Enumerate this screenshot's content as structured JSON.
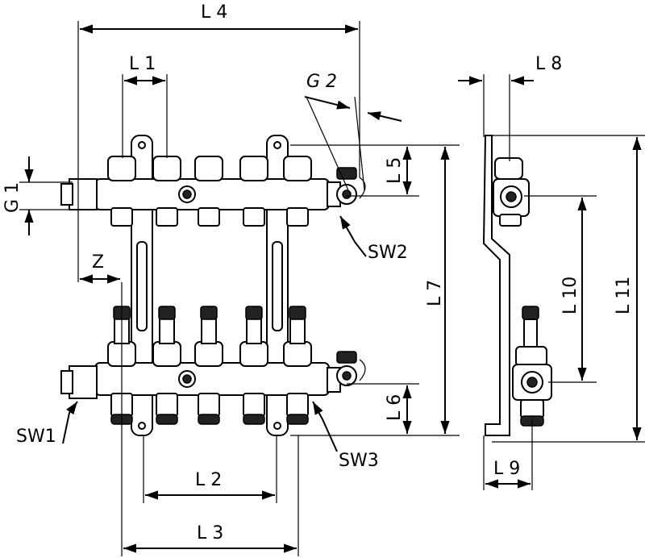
{
  "labels": {
    "l1": "L 1",
    "l2": "L 2",
    "l3": "L 3",
    "l4": "L 4",
    "l5": "L 5",
    "l6": "L 6",
    "l7": "L 7",
    "l8": "L 8",
    "l9": "L 9",
    "l10": "L 10",
    "l11": "L 11",
    "g1": "G 1",
    "g2": "G 2",
    "z": "Z",
    "sw1": "SW1",
    "sw2": "SW2",
    "sw3": "SW3"
  }
}
